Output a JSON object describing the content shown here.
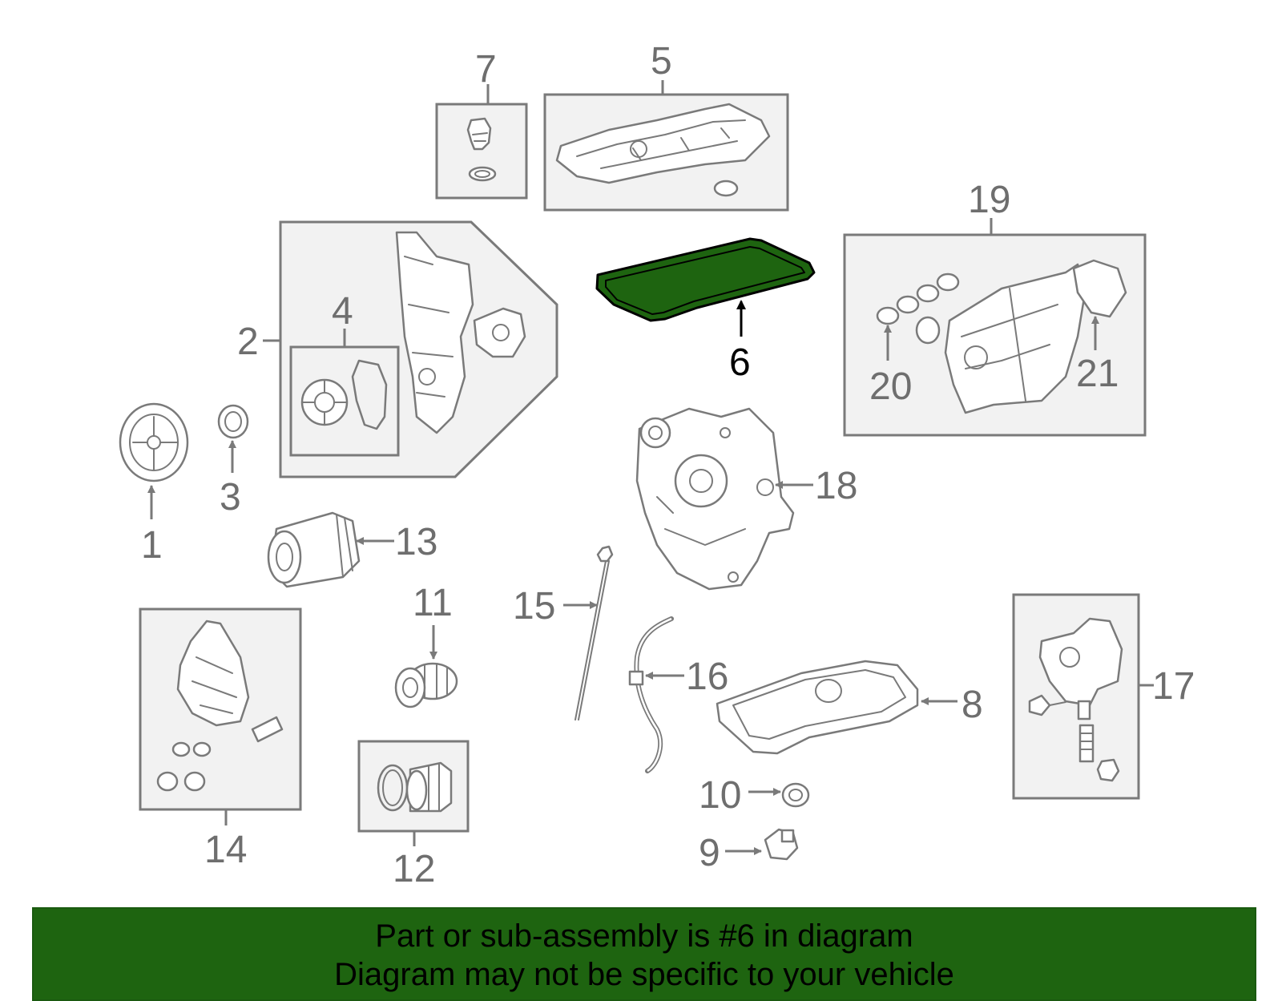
{
  "highlight_color": "#1e6410",
  "callouts": {
    "c1": "1",
    "c2": "2",
    "c3": "3",
    "c4": "4",
    "c5": "5",
    "c6": "6",
    "c7": "7",
    "c8": "8",
    "c9": "9",
    "c10": "10",
    "c11": "11",
    "c12": "12",
    "c13": "13",
    "c14": "14",
    "c15": "15",
    "c16": "16",
    "c17": "17",
    "c18": "18",
    "c19": "19",
    "c20": "20",
    "c21": "21"
  },
  "banner": {
    "line1": "Part or sub-assembly is #6 in diagram",
    "line2": "Diagram may not be specific to your vehicle"
  }
}
